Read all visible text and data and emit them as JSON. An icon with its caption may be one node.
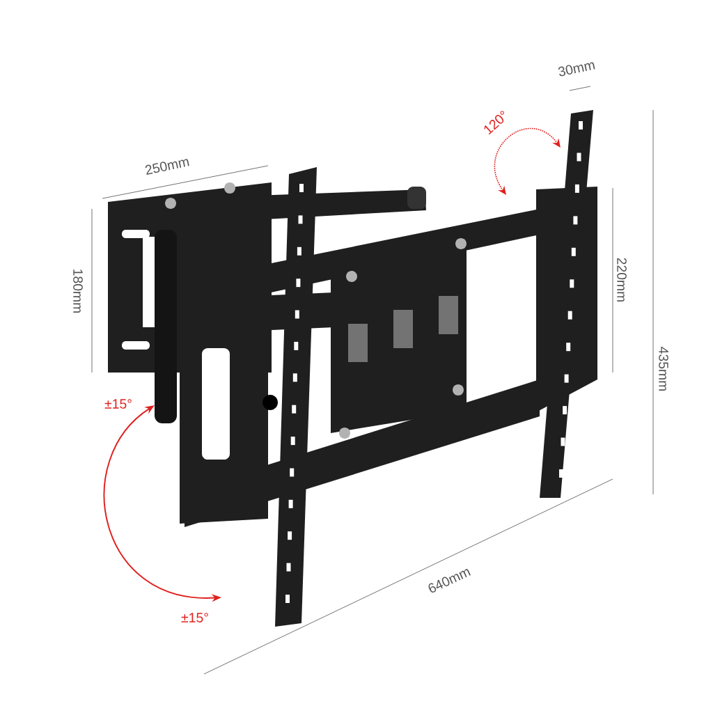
{
  "diagram": {
    "labels": [
      "30mm",
      "120°",
      "250mm",
      "180mm",
      "220mm",
      "435mm",
      "±15°",
      "640mm",
      "±15°"
    ]
  }
}
